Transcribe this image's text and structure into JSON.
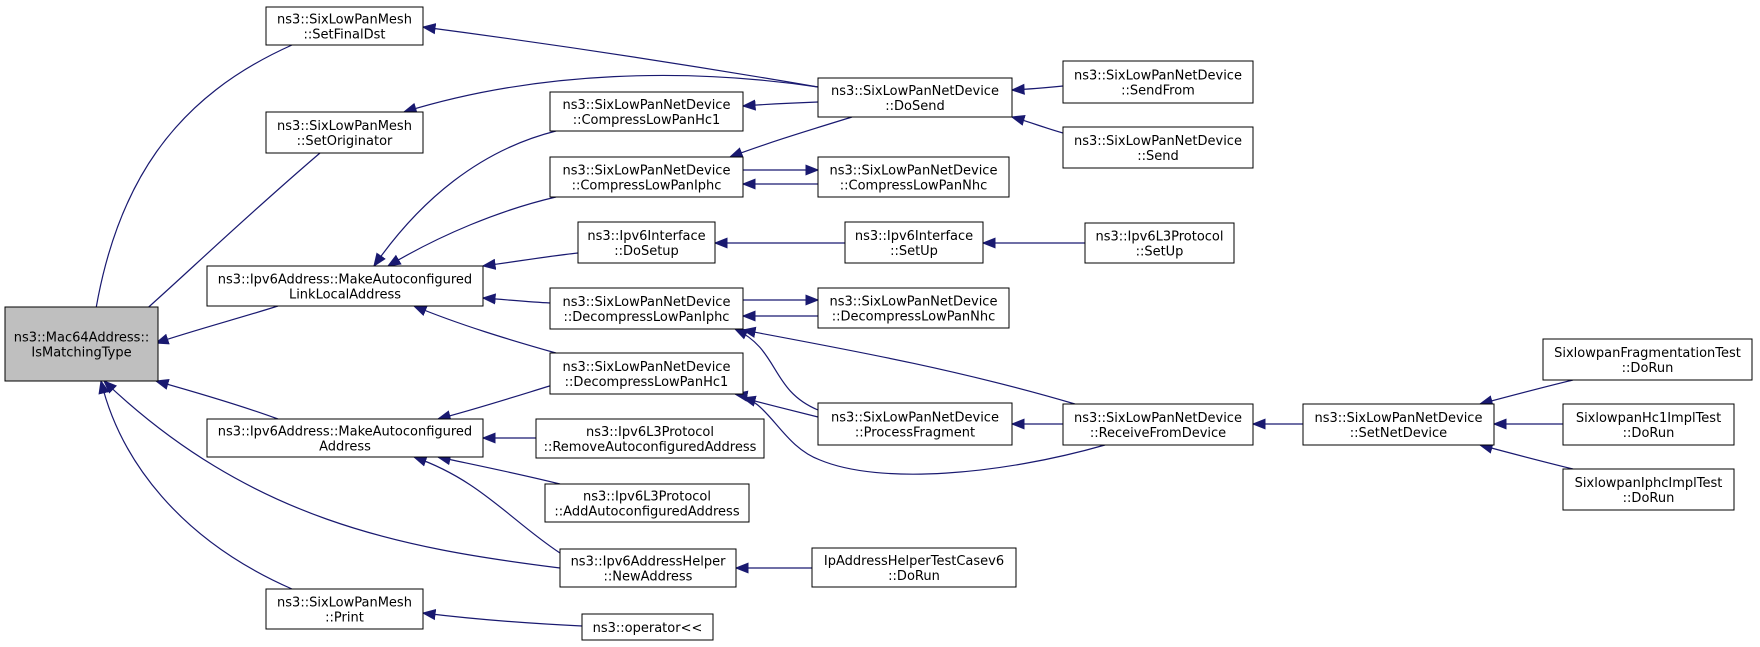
{
  "colors": {
    "edge": "#191970",
    "node_border": "#000000",
    "node_fill": "#ffffff",
    "root_fill": "#bfbfbf"
  },
  "nodes": [
    {
      "id": "root",
      "lines": [
        "ns3::Mac64Address::",
        "IsMatchingType"
      ],
      "root": true
    },
    {
      "id": "mesh_setfinaldst",
      "lines": [
        "ns3::SixLowPanMesh",
        "::SetFinalDst"
      ]
    },
    {
      "id": "mesh_setoriginator",
      "lines": [
        "ns3::SixLowPanMesh",
        "::SetOriginator"
      ]
    },
    {
      "id": "ipv6_makeautoll",
      "lines": [
        "ns3::Ipv6Address::MakeAutoconfigured",
        "LinkLocalAddress"
      ]
    },
    {
      "id": "ipv6_makeauto",
      "lines": [
        "ns3::Ipv6Address::MakeAutoconfigured",
        "Address"
      ]
    },
    {
      "id": "mesh_print",
      "lines": [
        "ns3::SixLowPanMesh",
        "::Print"
      ]
    },
    {
      "id": "compress_hc1",
      "lines": [
        "ns3::SixLowPanNetDevice",
        "::CompressLowPanHc1"
      ]
    },
    {
      "id": "compress_iphc",
      "lines": [
        "ns3::SixLowPanNetDevice",
        "::CompressLowPanIphc"
      ]
    },
    {
      "id": "ipv6if_dosetup",
      "lines": [
        "ns3::Ipv6Interface",
        "::DoSetup"
      ]
    },
    {
      "id": "decompress_iphc",
      "lines": [
        "ns3::SixLowPanNetDevice",
        "::DecompressLowPanIphc"
      ]
    },
    {
      "id": "decompress_hc1",
      "lines": [
        "ns3::SixLowPanNetDevice",
        "::DecompressLowPanHc1"
      ]
    },
    {
      "id": "l3_removeauto",
      "lines": [
        "ns3::Ipv6L3Protocol",
        "::RemoveAutoconfiguredAddress"
      ]
    },
    {
      "id": "l3_addauto",
      "lines": [
        "ns3::Ipv6L3Protocol",
        "::AddAutoconfiguredAddress"
      ]
    },
    {
      "id": "helper_newaddress",
      "lines": [
        "ns3::Ipv6AddressHelper",
        "::NewAddress"
      ]
    },
    {
      "id": "operator_ll",
      "lines": [
        "ns3::operator<<"
      ]
    },
    {
      "id": "dosend",
      "lines": [
        "ns3::SixLowPanNetDevice",
        "::DoSend"
      ]
    },
    {
      "id": "compress_nhc",
      "lines": [
        "ns3::SixLowPanNetDevice",
        "::CompressLowPanNhc"
      ]
    },
    {
      "id": "ipv6if_setup",
      "lines": [
        "ns3::Ipv6Interface",
        "::SetUp"
      ]
    },
    {
      "id": "decompress_nhc",
      "lines": [
        "ns3::SixLowPanNetDevice",
        "::DecompressLowPanNhc"
      ]
    },
    {
      "id": "processfragment",
      "lines": [
        "ns3::SixLowPanNetDevice",
        "::ProcessFragment"
      ]
    },
    {
      "id": "iphelper_test",
      "lines": [
        "IpAddressHelperTestCasev6",
        "::DoRun"
      ]
    },
    {
      "id": "sendfrom",
      "lines": [
        "ns3::SixLowPanNetDevice",
        "::SendFrom"
      ]
    },
    {
      "id": "send",
      "lines": [
        "ns3::SixLowPanNetDevice",
        "::Send"
      ]
    },
    {
      "id": "l3_setup",
      "lines": [
        "ns3::Ipv6L3Protocol",
        "::SetUp"
      ]
    },
    {
      "id": "receivefromdevice",
      "lines": [
        "ns3::SixLowPanNetDevice",
        "::ReceiveFromDevice"
      ]
    },
    {
      "id": "setnetdevice",
      "lines": [
        "ns3::SixLowPanNetDevice",
        "::SetNetDevice"
      ]
    },
    {
      "id": "frag_test",
      "lines": [
        "SixlowpanFragmentationTest",
        "::DoRun"
      ]
    },
    {
      "id": "hc1_test",
      "lines": [
        "SixlowpanHc1ImplTest",
        "::DoRun"
      ]
    },
    {
      "id": "iphc_test",
      "lines": [
        "SixlowpanIphcImplTest",
        "::DoRun"
      ]
    }
  ],
  "edges": [
    {
      "from": "mesh_setfinaldst",
      "to": "root"
    },
    {
      "from": "mesh_setoriginator",
      "to": "root"
    },
    {
      "from": "ipv6_makeautoll",
      "to": "root"
    },
    {
      "from": "ipv6_makeauto",
      "to": "root"
    },
    {
      "from": "helper_newaddress",
      "to": "root"
    },
    {
      "from": "mesh_print",
      "to": "root"
    },
    {
      "from": "dosend",
      "to": "mesh_setfinaldst"
    },
    {
      "from": "dosend",
      "to": "mesh_setoriginator"
    },
    {
      "from": "compress_hc1",
      "to": "ipv6_makeautoll"
    },
    {
      "from": "compress_iphc",
      "to": "ipv6_makeautoll"
    },
    {
      "from": "ipv6if_dosetup",
      "to": "ipv6_makeautoll"
    },
    {
      "from": "decompress_iphc",
      "to": "ipv6_makeautoll"
    },
    {
      "from": "decompress_hc1",
      "to": "ipv6_makeautoll"
    },
    {
      "from": "decompress_hc1",
      "to": "ipv6_makeauto"
    },
    {
      "from": "l3_removeauto",
      "to": "ipv6_makeauto"
    },
    {
      "from": "l3_addauto",
      "to": "ipv6_makeauto"
    },
    {
      "from": "helper_newaddress",
      "to": "ipv6_makeauto"
    },
    {
      "from": "operator_ll",
      "to": "mesh_print"
    },
    {
      "from": "dosend",
      "to": "compress_hc1"
    },
    {
      "from": "dosend",
      "to": "compress_iphc"
    },
    {
      "from": "compress_nhc",
      "to": "compress_iphc"
    },
    {
      "from": "compress_iphc",
      "to": "compress_nhc"
    },
    {
      "from": "ipv6if_setup",
      "to": "ipv6if_dosetup"
    },
    {
      "from": "decompress_nhc",
      "to": "decompress_iphc"
    },
    {
      "from": "decompress_iphc",
      "to": "decompress_nhc"
    },
    {
      "from": "processfragment",
      "to": "decompress_iphc"
    },
    {
      "from": "receivefromdevice",
      "to": "decompress_iphc"
    },
    {
      "from": "processfragment",
      "to": "decompress_hc1"
    },
    {
      "from": "receivefromdevice",
      "to": "decompress_hc1"
    },
    {
      "from": "iphelper_test",
      "to": "helper_newaddress"
    },
    {
      "from": "sendfrom",
      "to": "dosend"
    },
    {
      "from": "send",
      "to": "dosend"
    },
    {
      "from": "l3_setup",
      "to": "ipv6if_setup"
    },
    {
      "from": "receivefromdevice",
      "to": "processfragment"
    },
    {
      "from": "setnetdevice",
      "to": "receivefromdevice"
    },
    {
      "from": "frag_test",
      "to": "setnetdevice"
    },
    {
      "from": "hc1_test",
      "to": "setnetdevice"
    },
    {
      "from": "iphc_test",
      "to": "setnetdevice"
    }
  ]
}
